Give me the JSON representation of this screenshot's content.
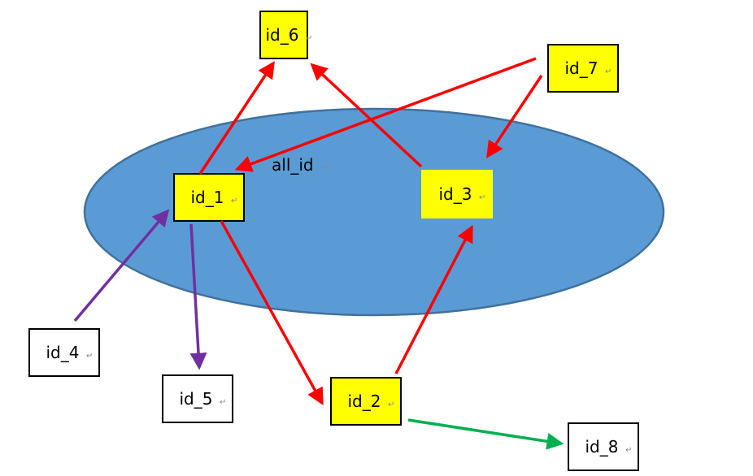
{
  "ellipse": {
    "label": "all_id",
    "fill": "#5b9bd5",
    "stroke": "#41719c"
  },
  "nodes": {
    "id_1": {
      "label": "id_1",
      "fill": "#ffff00"
    },
    "id_2": {
      "label": "id_2",
      "fill": "#ffff00"
    },
    "id_3": {
      "label": "id_3",
      "fill": "#ffff00"
    },
    "id_4": {
      "label": "id_4",
      "fill": "#ffffff"
    },
    "id_5": {
      "label": "id_5",
      "fill": "#ffffff"
    },
    "id_6": {
      "label": "id_6",
      "fill": "#ffff00"
    },
    "id_7": {
      "label": "id_7",
      "fill": "#ffff00"
    },
    "id_8": {
      "label": "id_8",
      "fill": "#ffffff"
    }
  },
  "return_mark": "↵",
  "edges": [
    {
      "from": "id_1",
      "to": "id_6",
      "color": "#ff0000"
    },
    {
      "from": "id_3",
      "to": "id_6",
      "color": "#ff0000"
    },
    {
      "from": "id_7",
      "to": "id_1",
      "color": "#ff0000"
    },
    {
      "from": "id_7",
      "to": "id_3",
      "color": "#ff0000"
    },
    {
      "from": "id_1",
      "to": "id_2",
      "color": "#ff0000"
    },
    {
      "from": "id_2",
      "to": "id_3",
      "color": "#ff0000"
    },
    {
      "from": "id_4",
      "to": "id_1",
      "color": "#7030a0"
    },
    {
      "from": "id_1",
      "to": "id_5",
      "color": "#7030a0"
    },
    {
      "from": "id_2",
      "to": "id_8",
      "color": "#00b050"
    }
  ]
}
